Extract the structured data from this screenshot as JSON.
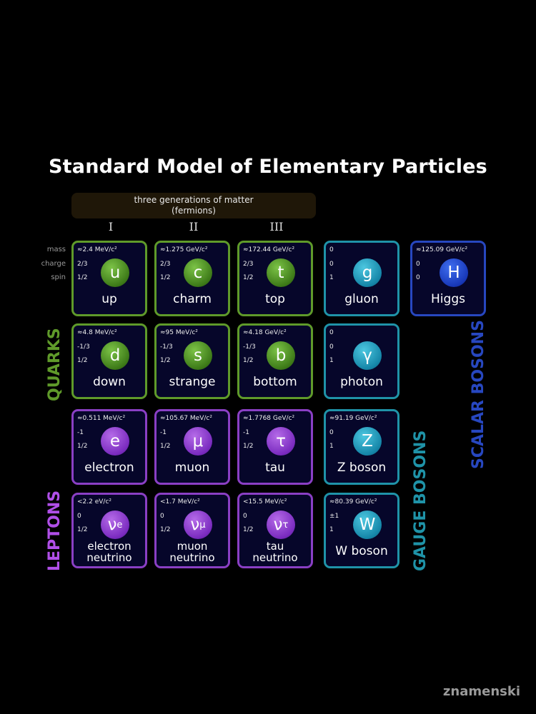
{
  "title": "Standard Model of Elementary Particles",
  "generations": {
    "label_line1": "three generations of matter",
    "label_line2": "(fermions)",
    "numerals": [
      "I",
      "II",
      "III"
    ]
  },
  "row_labels": {
    "mass": "mass",
    "charge": "charge",
    "spin": "spin"
  },
  "group_labels": {
    "quarks": "QUARKS",
    "leptons": "LEPTONS",
    "gauge_bosons": "GAUGE BOSONS",
    "scalar_bosons": "SCALAR BOSONS"
  },
  "colors": {
    "quarks": "#5f9a2a",
    "leptons": "#8a3fc4",
    "gauge_bosons": "#1f93a8",
    "scalar_bosons": "#2747c0"
  },
  "particles": {
    "up": {
      "mass": "≈2.4 MeV/c²",
      "charge": "2/3",
      "spin": "1/2",
      "symbol": "u",
      "name": "up"
    },
    "charm": {
      "mass": "≈1.275 GeV/c²",
      "charge": "2/3",
      "spin": "1/2",
      "symbol": "c",
      "name": "charm"
    },
    "top": {
      "mass": "≈172.44 GeV/c²",
      "charge": "2/3",
      "spin": "1/2",
      "symbol": "t",
      "name": "top"
    },
    "gluon": {
      "mass": "0",
      "charge": "0",
      "spin": "1",
      "symbol": "g",
      "name": "gluon"
    },
    "higgs": {
      "mass": "≈125.09 GeV/c²",
      "charge": "0",
      "spin": "0",
      "symbol": "H",
      "name": "Higgs"
    },
    "down": {
      "mass": "≈4.8 MeV/c²",
      "charge": "-1/3",
      "spin": "1/2",
      "symbol": "d",
      "name": "down"
    },
    "strange": {
      "mass": "≈95 MeV/c²",
      "charge": "-1/3",
      "spin": "1/2",
      "symbol": "s",
      "name": "strange"
    },
    "bottom": {
      "mass": "≈4.18 GeV/c²",
      "charge": "-1/3",
      "spin": "1/2",
      "symbol": "b",
      "name": "bottom"
    },
    "photon": {
      "mass": "0",
      "charge": "0",
      "spin": "1",
      "symbol": "γ",
      "name": "photon"
    },
    "electron": {
      "mass": "≈0.511 MeV/c²",
      "charge": "-1",
      "spin": "1/2",
      "symbol": "e",
      "name": "electron"
    },
    "muon": {
      "mass": "≈105.67 MeV/c²",
      "charge": "-1",
      "spin": "1/2",
      "symbol": "μ",
      "name": "muon"
    },
    "tau": {
      "mass": "≈1.7768 GeV/c²",
      "charge": "-1",
      "spin": "1/2",
      "symbol": "τ",
      "name": "tau"
    },
    "zboson": {
      "mass": "≈91.19 GeV/c²",
      "charge": "0",
      "spin": "1",
      "symbol": "Z",
      "name": "Z boson"
    },
    "nue": {
      "mass": "<2.2 eV/c²",
      "charge": "0",
      "spin": "1/2",
      "symbol": "ν",
      "sub": "e",
      "name1": "electron",
      "name2": "neutrino"
    },
    "numu": {
      "mass": "<1.7 MeV/c²",
      "charge": "0",
      "spin": "1/2",
      "symbol": "ν",
      "sub": "μ",
      "name1": "muon",
      "name2": "neutrino"
    },
    "nutau": {
      "mass": "<15.5 MeV/c²",
      "charge": "0",
      "spin": "1/2",
      "symbol": "ν",
      "sub": "τ",
      "name1": "tau",
      "name2": "neutrino"
    },
    "wboson": {
      "mass": "≈80.39 GeV/c²",
      "charge": "±1",
      "spin": "1",
      "symbol": "W",
      "name": "W boson"
    }
  },
  "watermark": "znamenski"
}
